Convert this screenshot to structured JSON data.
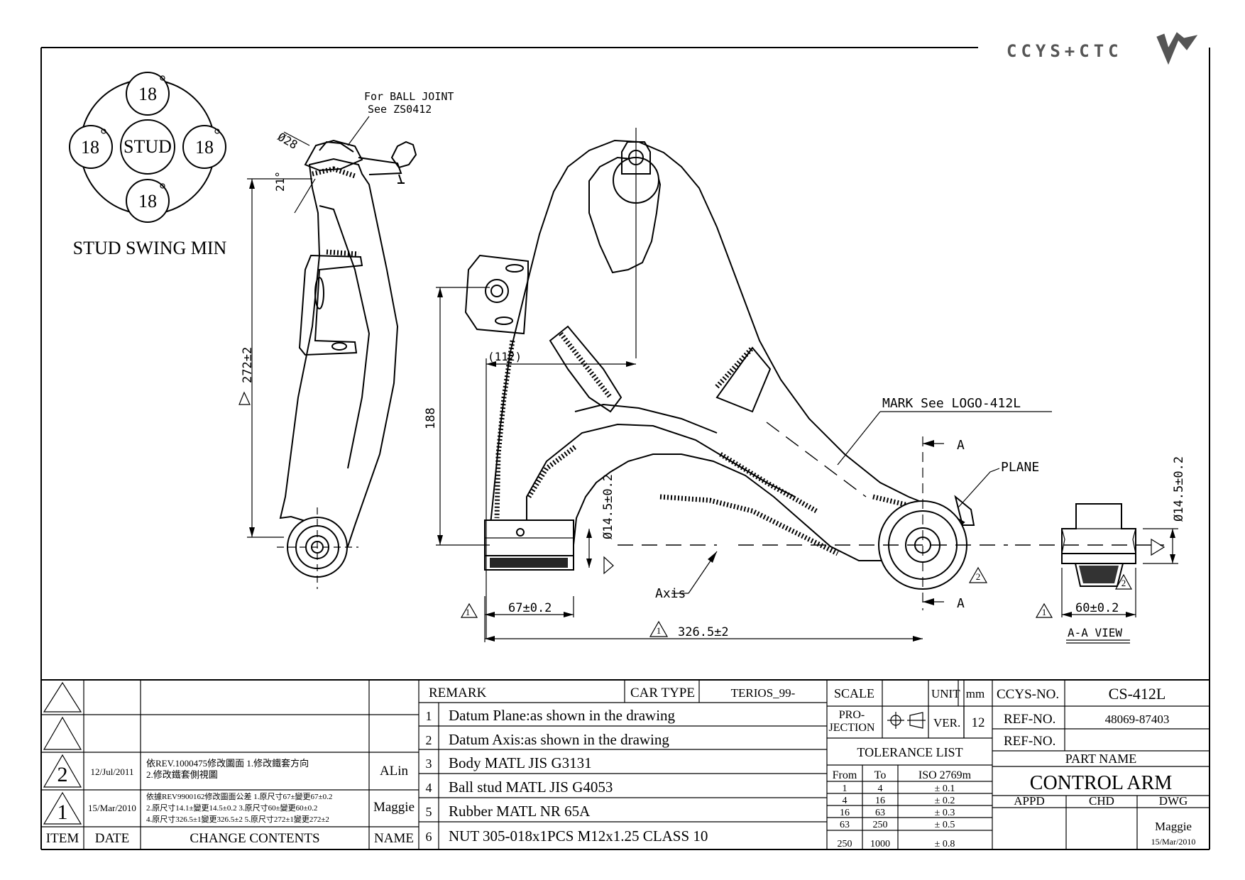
{
  "logo": {
    "text": "CCYS+CTC"
  },
  "swing": {
    "top": "18",
    "left": "18",
    "right": "18",
    "bottom": "18",
    "center": "STUD",
    "caption": "STUD SWING MIN"
  },
  "callouts": {
    "ball_joint_1": "For BALL JOINT",
    "ball_joint_2": "See ZS0412",
    "mark": "MARK See LOGO-412L",
    "plane": "PLANE",
    "axis": "Axis",
    "section_a": "A",
    "aa_view": "A-A VIEW"
  },
  "dims": {
    "d28": "Ø28",
    "angle": "21°",
    "height": "272±2",
    "d112": "(112)",
    "d188": "188",
    "d14_5": "Ø14.5±0.2",
    "d67": "67±0.2",
    "d326": "326.5±2",
    "d60": "60±0.2",
    "d14_5b": "Ø14.5±0.2",
    "tri1": "1",
    "tri2": "2"
  },
  "title_block": {
    "remark_label": "REMARK",
    "car_type_label": "CAR TYPE",
    "car_type": "TERIOS_99-",
    "remarks": [
      {
        "no": "1",
        "text": "Datum Plane:as shown in the drawing"
      },
      {
        "no": "2",
        "text": "Datum Axis:as shown in the drawing"
      },
      {
        "no": "3",
        "text": "Body MATL JIS G3131"
      },
      {
        "no": "4",
        "text": "Ball stud MATL JIS G4053"
      },
      {
        "no": "5",
        "text": "Rubber MATL NR 65A"
      },
      {
        "no": "6",
        "text": "NUT 305-018x1PCS M12x1.25 CLASS 10"
      }
    ],
    "revisions": [
      {
        "item": "2",
        "date": "12/Jul/2011",
        "line1": "依REV.1000475修改圖面 1.修改鐵套方向",
        "line2": "2.修改鐵套側視圖",
        "line3": "",
        "name": "ALin"
      },
      {
        "item": "1",
        "date": "15/Mar/2010",
        "line1": "依據REV9900162修改圖面公差 1.原尺寸67±變更67±0.2",
        "line2": "2.原尺寸14.1±變更14.5±0.2  3.原尺寸60±變更60±0.2",
        "line3": "4.原尺寸326.5±1變更326.5±2  5.原尺寸272±1變更272±2",
        "name": "Maggie"
      }
    ],
    "headers": {
      "item": "ITEM",
      "date": "DATE",
      "change": "CHANGE CONTENTS",
      "name": "NAME"
    },
    "scale_label": "SCALE",
    "unit_label": "UNIT",
    "unit": "mm",
    "projection_label_1": "PRO-",
    "projection_label_2": "JECTION",
    "ver_label": "VER.",
    "ver": "12",
    "tolerance_title": "TOLERANCE LIST",
    "tolerance_headers": [
      "From",
      "To",
      "ISO 2769m"
    ],
    "tolerance_rows": [
      [
        "1",
        "4",
        "± 0.1"
      ],
      [
        "4",
        "16",
        "± 0.2"
      ],
      [
        "16",
        "63",
        "± 0.3"
      ],
      [
        "63",
        "250",
        "± 0.5"
      ],
      [
        "250",
        "1000",
        "± 0.8"
      ]
    ],
    "ccys_no_label": "CCYS-NO.",
    "ccys_no": "CS-412L",
    "ref_no_label": "REF-NO.",
    "ref_no": "48069-87403",
    "ref_no2_label": "REF-NO.",
    "ref_no2": "",
    "part_name_label": "PART NAME",
    "part_name": "CONTROL ARM",
    "appd_label": "APPD",
    "chd_label": "CHD",
    "dwg_label": "DWG",
    "dwg_name": "Maggie",
    "dwg_date": "15/Mar/2010"
  }
}
